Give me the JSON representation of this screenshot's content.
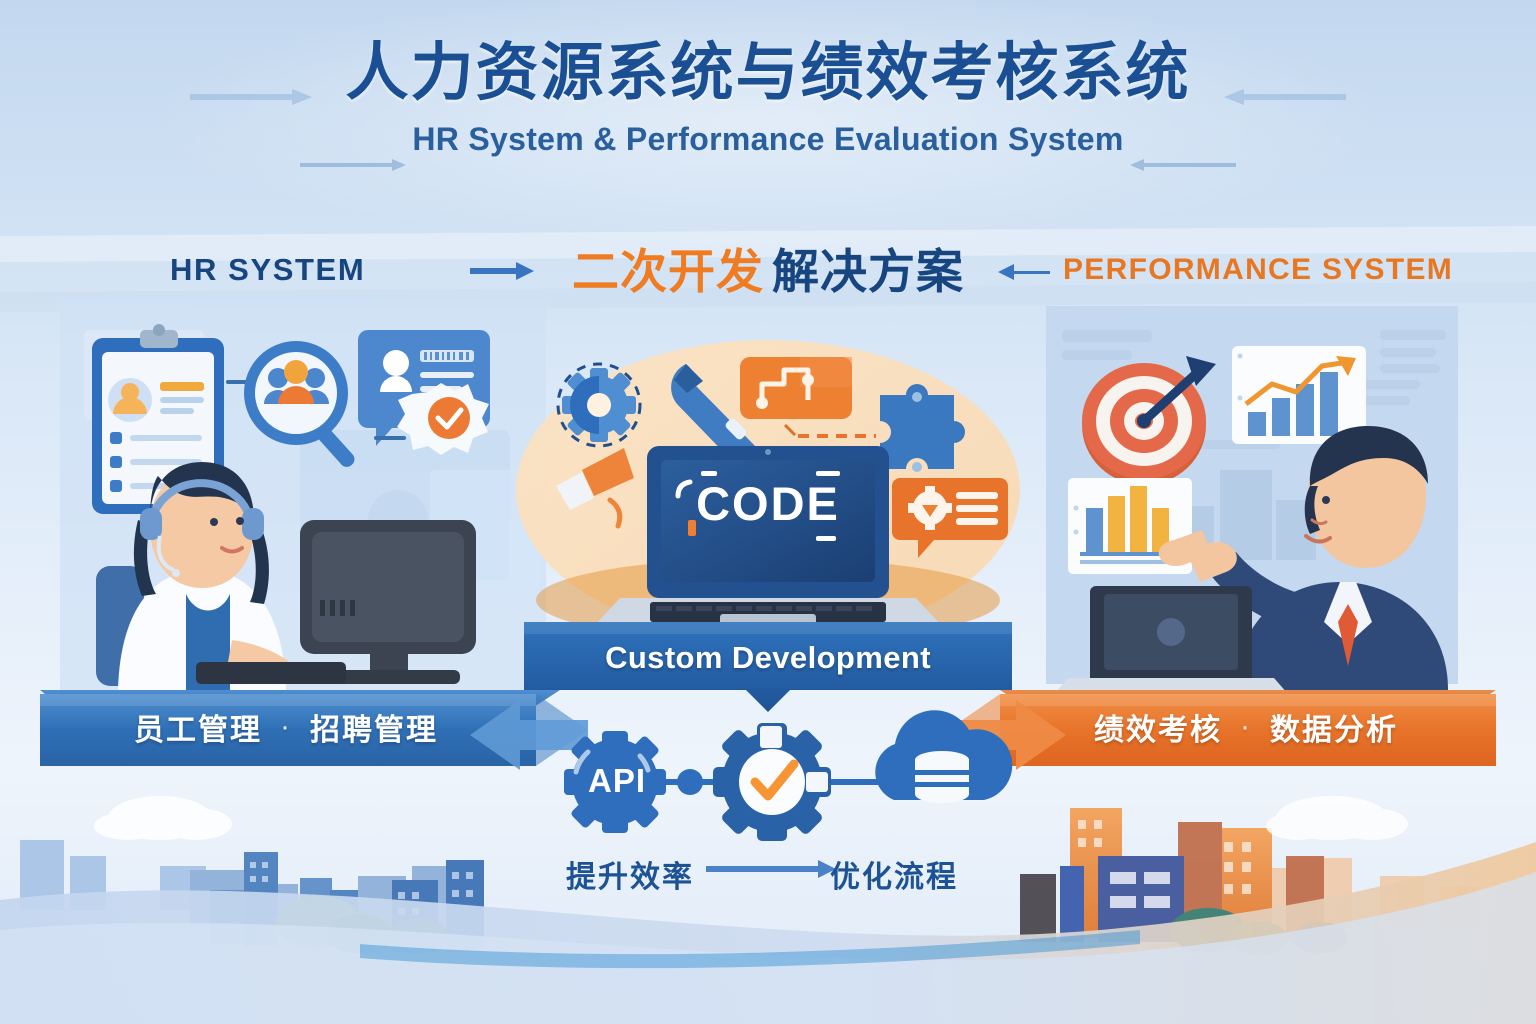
{
  "header": {
    "title_cn": "人力资源系统与绩效考核系统",
    "title_en": "HR System & Performance Evaluation System"
  },
  "subtitle_row": {
    "left_label": "HR SYSTEM",
    "right_label": "PERFORMANCE SYSTEM",
    "center_orange": "二次开发",
    "center_blue": "解决方案"
  },
  "center": {
    "screen_text": "CODE",
    "banner_label": "Custom Development",
    "api_label": "API"
  },
  "ribbons": {
    "left": {
      "item1": "员工管理",
      "separator": "·",
      "item2": "招聘管理"
    },
    "right": {
      "item1": "绩效考核",
      "separator": "·",
      "item2": "数据分析"
    }
  },
  "flow": {
    "left_label": "提升效率",
    "right_label": "优化流程"
  },
  "colors": {
    "brand_blue": "#17457f",
    "accent_blue": "#2f6ebd",
    "accent_orange": "#ef7c22",
    "ribbon_blue": "#2f6fb5",
    "ribbon_orange": "#e8732a",
    "bg_top": "#c3d8ef",
    "bg_bottom": "#dfeaf8"
  },
  "icons": {
    "left_panel": [
      "clipboard-resume-icon",
      "magnifier-people-icon",
      "id-card-icon",
      "award-badge-icon",
      "headset-operator-avatar",
      "desktop-monitor-icon"
    ],
    "center": [
      "gear-dashed-icon",
      "wrench-icon",
      "workflow-card-icon",
      "puzzle-piece-icon",
      "laptop-icon",
      "chat-settings-icon",
      "megaphone-icon"
    ],
    "right_panel": [
      "target-arrow-icon",
      "bar-chart-trend-icon",
      "bar-chart-orange-icon",
      "businessman-pointing-avatar",
      "laptop-icon"
    ],
    "bottom": [
      "api-gear-icon",
      "gear-check-icon",
      "cloud-database-icon"
    ]
  }
}
